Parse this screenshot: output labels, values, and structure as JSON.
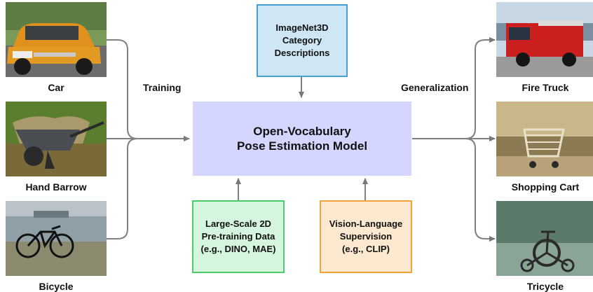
{
  "images": {
    "left": [
      {
        "label": "Car",
        "icon": "car-photo"
      },
      {
        "label": "Hand Barrow",
        "icon": "hand-barrow-photo"
      },
      {
        "label": "Bicycle",
        "icon": "bicycle-photo"
      }
    ],
    "right": [
      {
        "label": "Fire Truck",
        "icon": "fire-truck-photo"
      },
      {
        "label": "Shopping Cart",
        "icon": "shopping-cart-photo"
      },
      {
        "label": "Tricycle",
        "icon": "tricycle-photo"
      }
    ]
  },
  "flow": {
    "training_label": "Training",
    "generalization_label": "Generalization"
  },
  "boxes": {
    "category": {
      "lines": [
        "ImageNet3D",
        "Category",
        "Descriptions"
      ],
      "fill": "#cfe6f5",
      "border": "#4a9fd0"
    },
    "model": {
      "lines": [
        "Open-Vocabulary",
        "Pose Estimation Model"
      ],
      "fill": "#d4d6ff"
    },
    "pretraining": {
      "lines": [
        "Large-Scale 2D",
        "Pre-training Data",
        "(e.g., DINO, MAE)"
      ],
      "fill": "#d6f5df",
      "border": "#4ccb6a"
    },
    "vision_language": {
      "lines": [
        "Vision-Language",
        "Supervision",
        "(e.g., CLIP)"
      ],
      "fill": "#fde9cf",
      "border": "#f0a43a"
    }
  }
}
